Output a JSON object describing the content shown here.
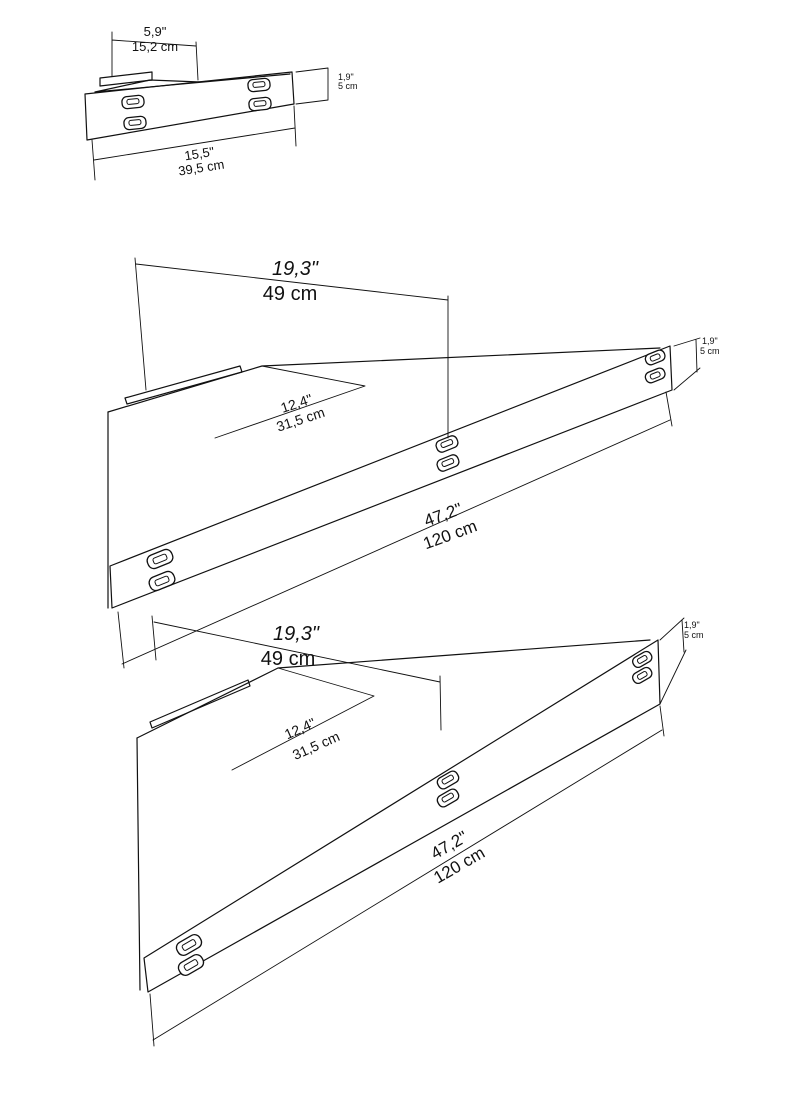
{
  "colors": {
    "line": "#111111",
    "background": "#ffffff"
  },
  "small_shelf": {
    "depth_in": "5,9\"",
    "depth_cm": "15,2 cm",
    "thickness_in": "1,9\"",
    "thickness_cm": "5 cm",
    "length_in": "15,5\"",
    "length_cm": "39,5 cm"
  },
  "large_shelf_top": {
    "side_in": "19,3\"",
    "side_cm": "49 cm",
    "depth_in": "12,4\"",
    "depth_cm": "31,5 cm",
    "length_in": "47,2\"",
    "length_cm": "120 cm",
    "thickness_in": "1,9\"",
    "thickness_cm": "5 cm"
  },
  "large_shelf_bottom": {
    "side_in": "19,3\"",
    "side_cm": "49 cm",
    "depth_in": "12,4\"",
    "depth_cm": "31,5 cm",
    "length_in": "47,2\"",
    "length_cm": "120 cm",
    "thickness_in": "1,9\"",
    "thickness_cm": "5 cm"
  }
}
